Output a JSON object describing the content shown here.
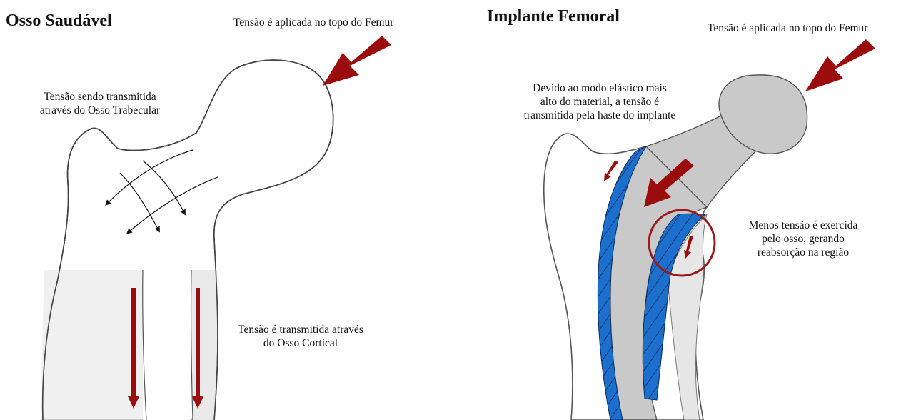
{
  "left_panel": {
    "title": "Osso Saudável",
    "top_stress_label": "Tensão é aplicada no topo do Femur",
    "trabecular_label_line1": "Tensão sendo transmitida",
    "trabecular_label_line2": "através do Osso Trabecular",
    "cortical_label_line1": "Tensão é transmitida através",
    "cortical_label_line2": "do Osso Cortical"
  },
  "right_panel": {
    "title": "Implante Femoral",
    "top_stress_label": "Tensão é aplicada no topo do Femur",
    "stem_label_line1": "Devido ao modo elástico mais",
    "stem_label_line2": "alto do material, a tensão é",
    "stem_label_line3": "transmitida pela haste do implante",
    "resorption_label_line1": "Menos tensão é exercida",
    "resorption_label_line2": "pelo osso, gerando",
    "resorption_label_line3": "reabsorção na região"
  },
  "colors": {
    "arrow": "#9b0d0d",
    "implant": "#c9c9c9",
    "cement": "#1d6fce",
    "bone_fill": "#ffffff",
    "cortical_fill": "#e9e9e9",
    "outline": "#444444"
  }
}
